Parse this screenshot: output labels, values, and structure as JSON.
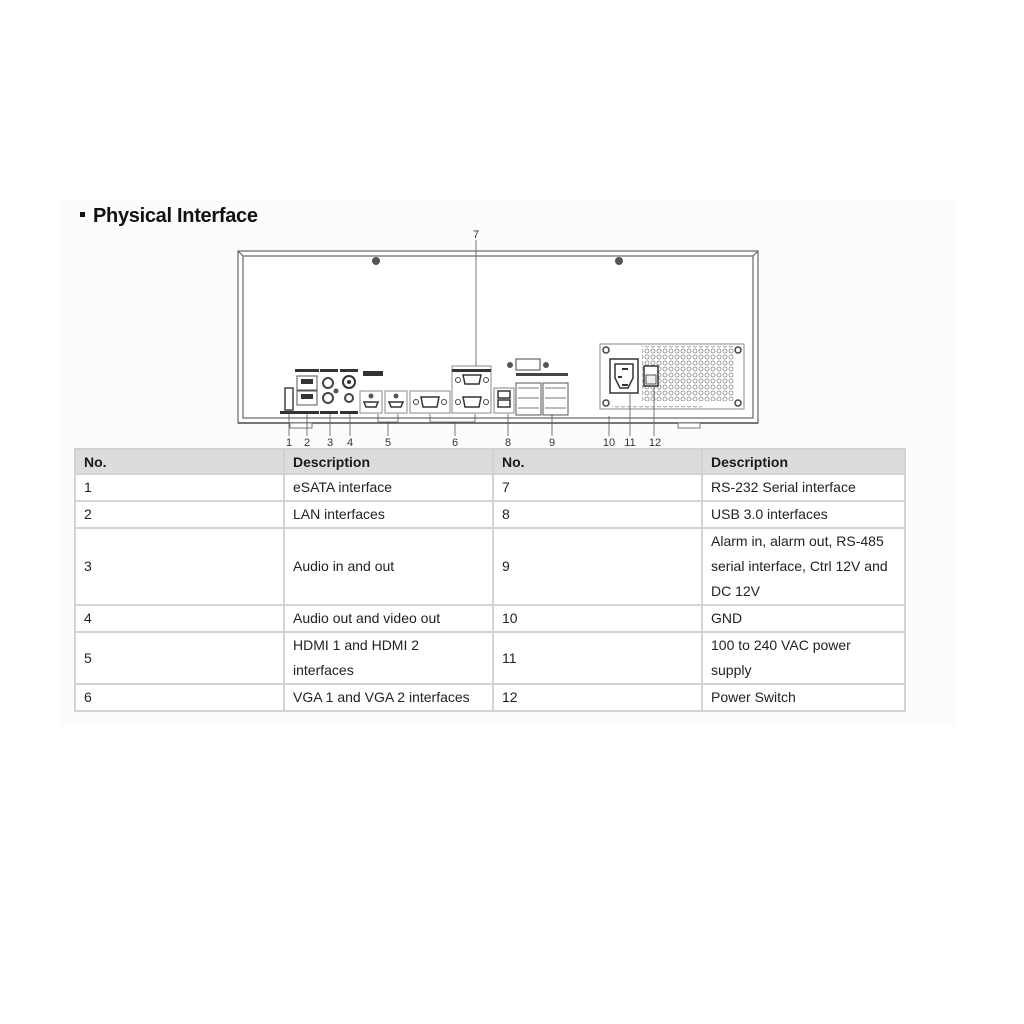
{
  "section": {
    "title": "Physical Interface"
  },
  "figure": {
    "description": "Rear panel diagram of network video recorder",
    "callouts": [
      "1",
      "2",
      "3",
      "4",
      "5",
      "6",
      "7",
      "8",
      "9",
      "10",
      "11",
      "12"
    ]
  },
  "table": {
    "headers": [
      "No.",
      "Description",
      "No.",
      "Description"
    ],
    "rows": [
      {
        "no_left": "1",
        "desc_left": "eSATA interface",
        "no_right": "7",
        "desc_right": "RS-232 Serial interface"
      },
      {
        "no_left": "2",
        "desc_left": "LAN interfaces",
        "no_right": "8",
        "desc_right": "USB 3.0 interfaces"
      },
      {
        "no_left": "3",
        "desc_left": "Audio in and out",
        "no_right": "9",
        "desc_right_lines": [
          "Alarm in, alarm out, RS-485",
          "serial interface, Ctrl 12V and",
          "DC 12V"
        ]
      },
      {
        "no_left": "4",
        "desc_left": "Audio out and video out",
        "no_right": "10",
        "desc_right": "GND"
      },
      {
        "no_left": "5",
        "desc_left_lines": [
          "HDMI 1 and HDMI 2",
          "interfaces"
        ],
        "no_right": "11",
        "desc_right_lines": [
          "100 to 240 VAC power",
          "supply"
        ]
      },
      {
        "no_left": "6",
        "desc_left": "VGA 1 and VGA 2 interfaces",
        "no_right": "12",
        "desc_right": "Power Switch"
      }
    ]
  }
}
